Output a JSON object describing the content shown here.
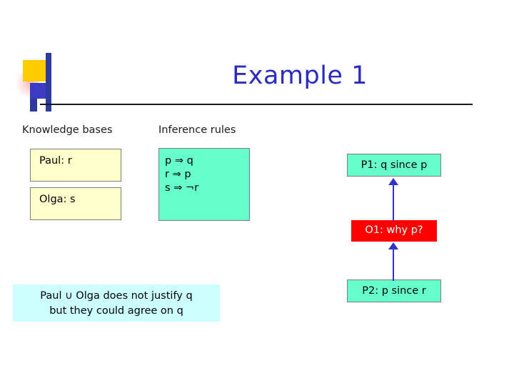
{
  "slide": {
    "title": "Example 1",
    "headings": {
      "knowledge_bases": "Knowledge bases",
      "inference_rules": "Inference rules"
    },
    "knowledge_bases": [
      {
        "label": "Paul: r"
      },
      {
        "label": "Olga: s"
      }
    ],
    "inference_rules": {
      "lines": [
        "p ⇒ q",
        "r ⇒ p",
        "s ⇒ ¬r"
      ]
    },
    "dialogue": [
      {
        "id": "p1",
        "text": "P1: q since p"
      },
      {
        "id": "o1",
        "text": "O1: why p?"
      },
      {
        "id": "p2",
        "text": "P2: p since r"
      }
    ],
    "conclusion": {
      "line1": "Paul ∪ Olga does not justify q",
      "line2": "but they could agree on q"
    },
    "colors": {
      "title": "#2b2bbf",
      "rules_box": "#66ffcc",
      "kb_box": "#ffffcc",
      "objection": "#ff0000",
      "conclusion_box": "#ccffff",
      "arrow": "#3333cc"
    }
  }
}
